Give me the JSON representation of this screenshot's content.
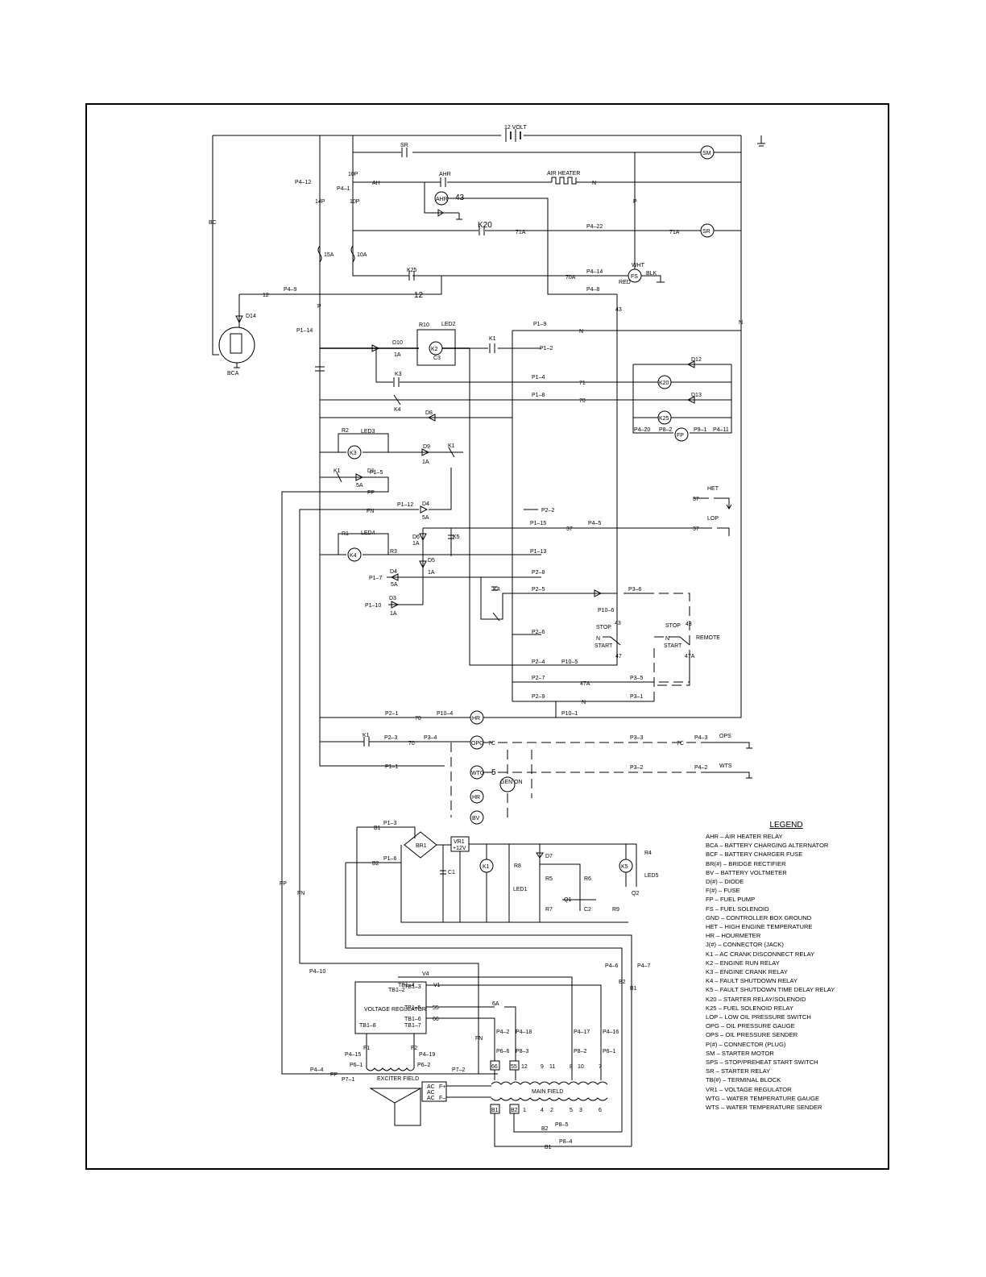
{
  "battery_label": "12 VOLT",
  "legend": {
    "title": "LEGEND",
    "items": [
      "AHR – AIR HEATER RELAY",
      "BCA – BATTERY CHARGING ALTERNATOR",
      "BCF – BATTERY CHARGER FUSE",
      "BR(#) – BRIDGE RECTIFIER",
      "BV – BATTERY VOLTMETER",
      "D(#) – DIODE",
      "F(#) – FUSE",
      "FP – FUEL PUMP",
      "FS – FUEL SOLENOID",
      "GND – CONTROLLER BOX GROUND",
      "HET – HIGH ENGINE TEMPERATURE",
      "HR – HOURMETER",
      "J(#) – CONNECTOR (JACK)",
      "K1 – AC CRANK DISCONNECT RELAY",
      "K2 – ENGINE RUN RELAY",
      "K3 – ENGINE CRANK RELAY",
      "K4 – FAULT SHUTDOWN RELAY",
      "K5 – FAULT SHUTDOWN TIME DELAY RELAY",
      "K20 – STARTER RELAY/SOLENOID",
      "K25 – FUEL SOLENOID RELAY",
      "LOP – LOW OIL PRESSURE SWITCH",
      "OPG – OIL PRESSURE GAUGE",
      "OPS – OIL PRESSURE SENDER",
      "P(#) – CONNECTOR (PLUG)",
      "SM – STARTER MOTOR",
      "SPS – STOP/PREHEAT START SWITCH",
      "SR – STARTER RELAY",
      "TB(#) – TERMINAL BLOCK",
      "VR1 – VOLTAGE REGULATOR",
      "WTG – WATER TEMPERATURE GAUGE",
      "WTS – WATER TEMPERATURE SENDER"
    ]
  },
  "components": {
    "SM": "SM",
    "SR": "SR",
    "FS": "FS",
    "AHR": "AHR",
    "BCA": "BCA",
    "K2": "K2",
    "K3": "K3",
    "K4": "K4",
    "K20": "K20",
    "K25": "K25",
    "FP": "FP",
    "HR": "HR",
    "OPG": "OPG",
    "WTG": "WTG",
    "GEN_ON": "GEN ON",
    "BV": "BV",
    "BR1": "BR1",
    "VR1": "VR1",
    "VR1_sub": "+12V",
    "K1": "K1",
    "K5": "K5",
    "voltage_regulator": "VOLTAGE REGULATOR",
    "exciter": "EXCITER FIELD",
    "main_field": "MAIN FIELD",
    "air_heater": "AIR HEATER"
  },
  "labels": {
    "BC": "BC",
    "FP": "FP",
    "FN": "FN",
    "N": "N",
    "P": "P",
    "D14": "D14",
    "P4_12": "P4–12",
    "14P": "14P",
    "15A": "15A",
    "10P": "10P",
    "P4_1": "P4–1",
    "10A": "10A",
    "AH": "AH",
    "43": "43",
    "K20": "K20",
    "71A": "71A",
    "P4_22": "P4–22",
    "K25": "K25",
    "70A": "70A",
    "P4_14": "P4–14",
    "WHT": "WHT",
    "RED": "RED",
    "BLK": "BLK",
    "P4_9": "P4–9",
    "12": "12",
    "P4_8": "P4–8",
    "P1_14": "P1–14",
    "D10": "D10",
    "1A": "1A",
    "R10": "R10",
    "LED2": "LED2",
    "C3": "C3",
    "K1": "K1",
    "P1_9": "P1–9",
    "P1_2": "P1–2",
    "D12": "D12",
    "D13": "D13",
    "K3": "K3",
    "P1_4": "P1–4",
    "71": "71",
    "K4": "K4",
    "P1_8": "P1–8",
    "70": "70",
    "D8": "D8",
    "P4_20": "P4–20",
    "P8_2": "P8–2",
    "P9_1": "P9–1",
    "P4_11": "P4–11",
    "R2": "R2",
    "LED3": "LED3",
    "D9": "D9",
    "D1": "D1",
    "P1_5": "P1–5",
    "5A": "5A",
    "P1_12": "P1–12",
    "D4": "D4",
    "P2_2": "P2–2",
    "HET": "HET",
    "LOP": "LOP",
    "37": "37",
    "P1_15": "P1–15",
    "P4_5": "P4–5",
    "R1": "R1",
    "LED4": "LED4",
    "D6": "D6",
    "K5": "K5",
    "R3": "R3",
    "P1_13": "P1–13",
    "D5": "D5",
    "P1_7": "P1–7",
    "P2_8": "P2–8",
    "P2_5": "P2–5",
    "P3_6": "P3–6",
    "P10_6": "P10–6",
    "D3": "D3",
    "P1_10": "P1–10",
    "STOP": "STOP",
    "START": "START",
    "REMOTE": "REMOTE",
    "P2_6": "P2–6",
    "P2_4": "P2–4",
    "P10_5": "P10–5",
    "47": "47",
    "47A": "47A",
    "P2_7": "P2–7",
    "P3_5": "P3–5",
    "P2_9": "P2–9",
    "P3_1": "P3–1",
    "P2_1": "P2–1",
    "P10_4": "P10–4",
    "P10_1": "P10–1",
    "P2_3": "P2–3",
    "P3_4": "P3–4",
    "7C": "7C",
    "P3_3": "P3–3",
    "P4_3": "P4–3",
    "OPS": "OPS",
    "P1_1": "P1–1",
    "5": "5",
    "P3_2": "P3–2",
    "P4_2": "P4–2",
    "WTS": "WTS",
    "B1": "B1",
    "B2": "B2",
    "P1_3": "P1–3",
    "P1_6": "P1–6",
    "C1": "C1",
    "R8": "R8",
    "LED1": "LED1",
    "D7": "D7",
    "R5": "R5",
    "R6": "R6",
    "Q1": "Q1",
    "R7": "R7",
    "C2": "C2",
    "R9": "R9",
    "R4": "R4",
    "LED5": "LED5",
    "Q2": "Q2",
    "P4_6": "P4–6",
    "P4_7": "P4–7",
    "P4_10": "P4–10",
    "V4": "V4",
    "TB1_2": "TB1–2",
    "TB1_4": "TB1–4",
    "TB1_3": "TB1–3",
    "V1": "V1",
    "TB1_5": "TB1–5",
    "55": "55",
    "TB1_6": "TB1–6",
    "66": "66",
    "TB1_8": "TB1–8",
    "TB1_7": "TB1–7",
    "6A": "6A",
    "P4_18": "P4–18",
    "P4_17": "P4–17",
    "P4_16": "P4–16",
    "P6_6": "P6–6",
    "P8_3": "P8–3",
    "P8_2b": "P8–2",
    "P6_1": "P6–1",
    "F1": "F1",
    "F2": "F2",
    "P4_15": "P4–15",
    "P4_19": "P4–19",
    "P6_1b": "P6–1",
    "P6_2": "P6–2",
    "P7_2": "P7–2",
    "P4_4": "P4–4",
    "P7_1": "P7–1",
    "AC": "AC",
    "F+": "F+",
    "F-": "F–",
    "n12": "12",
    "n9": "9",
    "n11": "11",
    "n8": "8",
    "n10": "10",
    "n7": "7",
    "n1": "1",
    "n4": "4",
    "n2": "2",
    "n5": "5",
    "n3": "3",
    "n6": "6",
    "P8_5": "P8–5",
    "P8_4": "P8–4",
    "box66": "66",
    "box55": "55",
    "boxB1": "B1",
    "boxB2": "B2"
  }
}
